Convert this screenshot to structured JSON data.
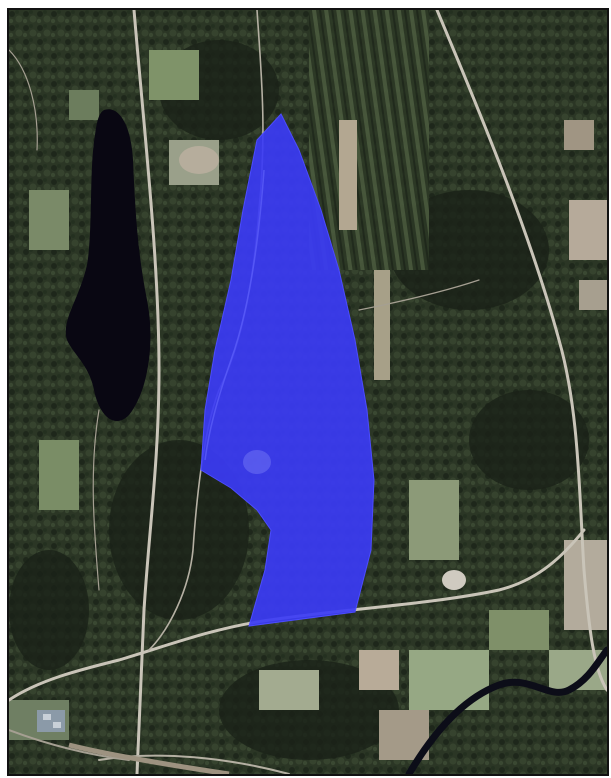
{
  "map": {
    "kind": "satellite-aerial-view",
    "colors": {
      "forest_dark": "#1f2a1c",
      "forest_mid": "#2f3c28",
      "field_light": "#8c9a78",
      "field_bright": "#aab595",
      "clearing": "#b6aa9a",
      "road": "#c9c4b8",
      "lake": "#090712",
      "river": "#0c0d18",
      "highlight_area": "#3b3bf5"
    },
    "features": [
      "forest-terrain",
      "lake",
      "north-south-road",
      "curving-road",
      "east-road",
      "river",
      "highlighted-area",
      "settlement"
    ]
  }
}
